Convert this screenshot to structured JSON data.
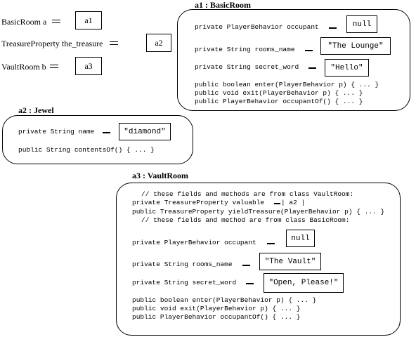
{
  "variables": [
    {
      "declaration": "BasicRoom a",
      "ref": "a1"
    },
    {
      "declaration": "TreasureProperty the_treasure",
      "ref": "a2"
    },
    {
      "declaration": "VaultRoom b",
      "ref": "a3"
    }
  ],
  "a1": {
    "title": "a1 : BasicRoom",
    "fields": [
      {
        "decl": "private PlayerBehavior occupant",
        "value": "null"
      },
      {
        "decl": "private String rooms_name",
        "value": "\"The Lounge\""
      },
      {
        "decl": "private String secret_word",
        "value": "\"Hello\""
      }
    ],
    "methods": [
      "public boolean enter(PlayerBehavior p) { ... }",
      "public void exit(PlayerBehavior p) { ... }",
      "public PlayerBehavior occupantOf() { ... }"
    ]
  },
  "a2": {
    "title": "a2 : Jewel",
    "fields": [
      {
        "decl": "private String name",
        "value": "\"diamond\""
      }
    ],
    "methods": [
      "public String contentsOf() { ... }"
    ]
  },
  "a3": {
    "title": "a3 : VaultRoom",
    "comment1": "// these fields and methods are from  class VaultRoom:",
    "valuable_decl": "private TreasureProperty valuable",
    "valuable_ref": "a2",
    "yield_method": "public TreasureProperty yieldTreasure(PlayerBehavior p) { ... }",
    "comment2": "// these fields and method are from  class BasicRoom:",
    "fields": [
      {
        "decl": "private PlayerBehavior occupant",
        "value": "null"
      },
      {
        "decl": "private String rooms_name",
        "value": "\"The Vault\""
      },
      {
        "decl": "private String secret_word",
        "value": "\"Open, Please!\""
      }
    ],
    "methods": [
      "public boolean enter(PlayerBehavior p) { ... }",
      "public void exit(PlayerBehavior p) { ... }",
      "public PlayerBehavior occupantOf() { ... }"
    ]
  }
}
